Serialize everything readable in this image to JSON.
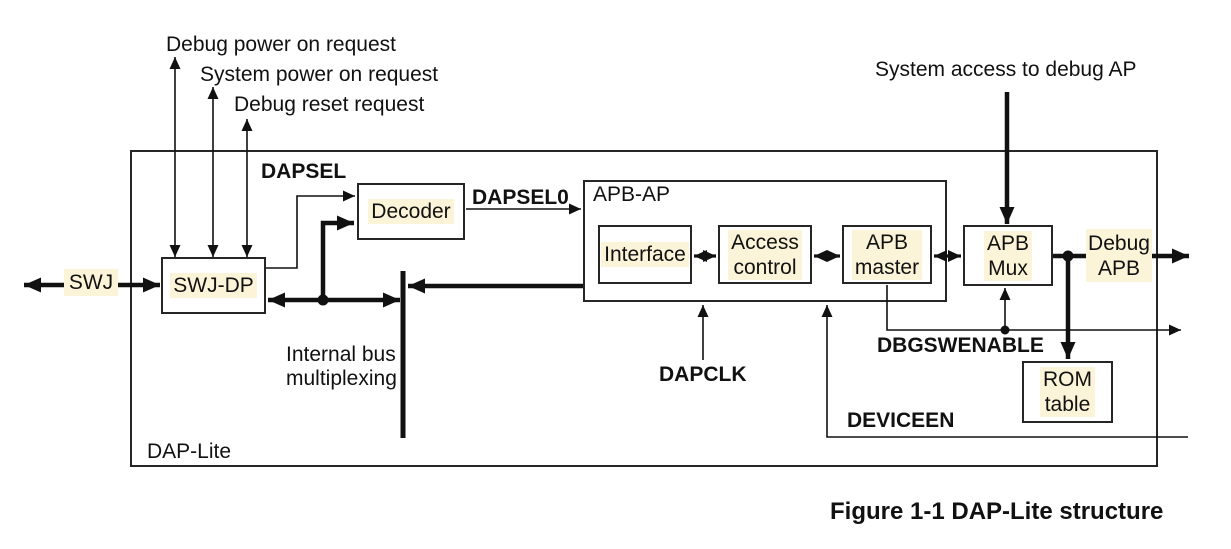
{
  "figure": {
    "caption": "Figure 1-1 DAP-Lite structure",
    "container_label": "DAP-Lite"
  },
  "external_signals": {
    "debug_power_on": "Debug power on request",
    "system_power_on": "System power on request",
    "debug_reset": "Debug reset request",
    "system_access": "System access to debug AP",
    "swj": "SWJ",
    "debug_apb": "Debug\nAPB"
  },
  "blocks": {
    "swj_dp": "SWJ-DP",
    "decoder": "Decoder",
    "apb_ap": "APB-AP",
    "interface": "Interface",
    "access_control": "Access\ncontrol",
    "apb_master": "APB\nmaster",
    "apb_mux": "APB\nMux",
    "rom_table": "ROM\ntable"
  },
  "signals": {
    "dapsel": "DAPSEL",
    "dapsel0": "DAPSEL0",
    "dapclk": "DAPCLK",
    "dbgswenable": "DBGSWENABLE",
    "deviceen": "DEVICEEN",
    "internal_bus": "Internal bus\nmultiplexing"
  },
  "colors": {
    "highlight": "#FBF4D8",
    "line": "#111111",
    "background": "#FFFFFF"
  }
}
